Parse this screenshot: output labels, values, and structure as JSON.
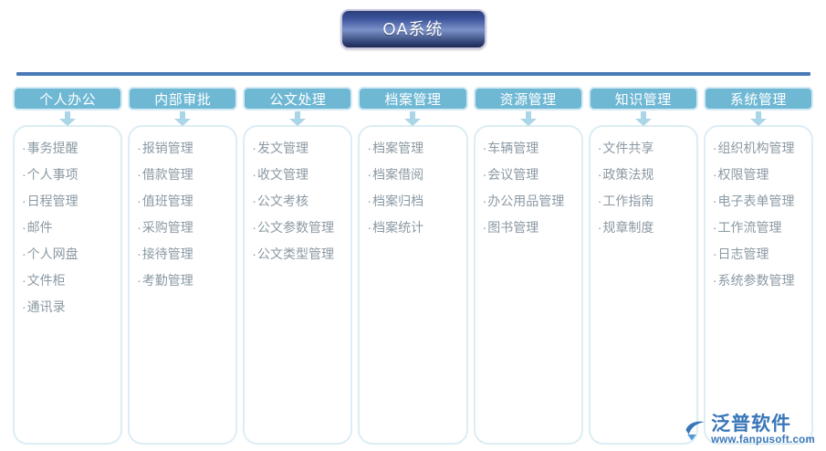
{
  "title": {
    "label": "OA系统"
  },
  "colors": {
    "title_box_dark": "#2c3f7a",
    "title_box_light": "#7b92c9",
    "title_border": "#c9c7dd",
    "divider_line": "#4a7ab5",
    "header_fill": "#6fb8d4",
    "header_border": "#d4eaf4",
    "arrow": "#aad6e8",
    "body_border": "#dcedf4",
    "item_text": "#8b99a3",
    "watermark": "#2f6fb5"
  },
  "columns": [
    {
      "header": "个人办公",
      "items": [
        "事务提醒",
        "个人事项",
        "日程管理",
        "邮件",
        "个人网盘",
        "文件柜",
        "通讯录"
      ]
    },
    {
      "header": "内部审批",
      "items": [
        "报销管理",
        "借款管理",
        "值班管理",
        "采购管理",
        "接待管理",
        "考勤管理"
      ]
    },
    {
      "header": "公文处理",
      "items": [
        "发文管理",
        "收文管理",
        "公文考核",
        "公文参数管理",
        "公文类型管理"
      ]
    },
    {
      "header": "档案管理",
      "items": [
        "档案管理",
        "档案借阅",
        "档案归档",
        "档案统计"
      ]
    },
    {
      "header": "资源管理",
      "items": [
        "车辆管理",
        "会议管理",
        "办公用品管理",
        "图书管理"
      ]
    },
    {
      "header": "知识管理",
      "items": [
        "文件共享",
        "政策法规",
        "工作指南",
        "规章制度"
      ]
    },
    {
      "header": "系统管理",
      "items": [
        "组织机构管理",
        "权限管理",
        "电子表单管理",
        "工作流管理",
        "日志管理",
        "系统参数管理"
      ]
    }
  ],
  "bullet": "·",
  "watermark": {
    "brand": "泛普软件",
    "url": "www.fanpusoft.com",
    "icon": "swoosh-arrow-icon"
  }
}
